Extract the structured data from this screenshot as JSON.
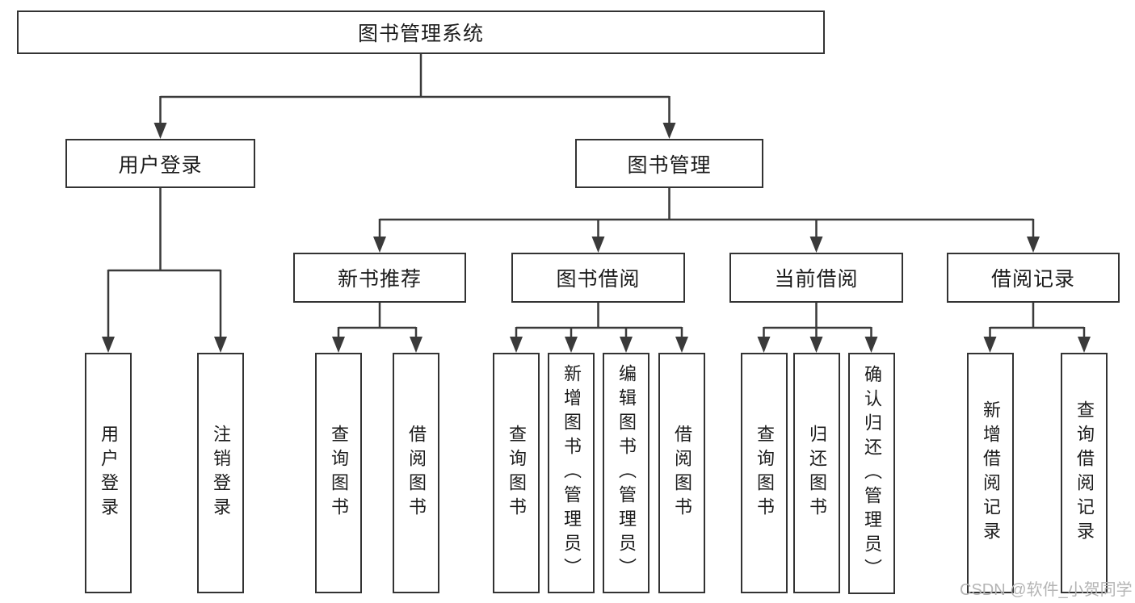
{
  "tree": {
    "root": {
      "label": "图书管理系统"
    },
    "level2": [
      {
        "label": "用户登录",
        "children": [
          "用户登录",
          "注销登录"
        ]
      },
      {
        "label": "图书管理"
      }
    ],
    "level3": [
      {
        "label": "新书推荐",
        "children": [
          "查询图书",
          "借阅图书"
        ]
      },
      {
        "label": "图书借阅",
        "children": [
          "查询图书",
          "新增图书（管理员）",
          "编辑图书（管理员）",
          "借阅图书"
        ]
      },
      {
        "label": "当前借阅",
        "children": [
          "查询图书",
          "归还图书",
          "确认归还（管理员）"
        ]
      },
      {
        "label": "借阅记录",
        "children": [
          "新增借阅记录",
          "查询借阅记录"
        ]
      }
    ]
  },
  "watermark": "CSDN @软件_小贺同学",
  "colors": {
    "line": "#3a3a3a",
    "border": "#333333",
    "text": "#1c1c1c",
    "watermark": "#b4b4b4",
    "background": "#ffffff"
  }
}
